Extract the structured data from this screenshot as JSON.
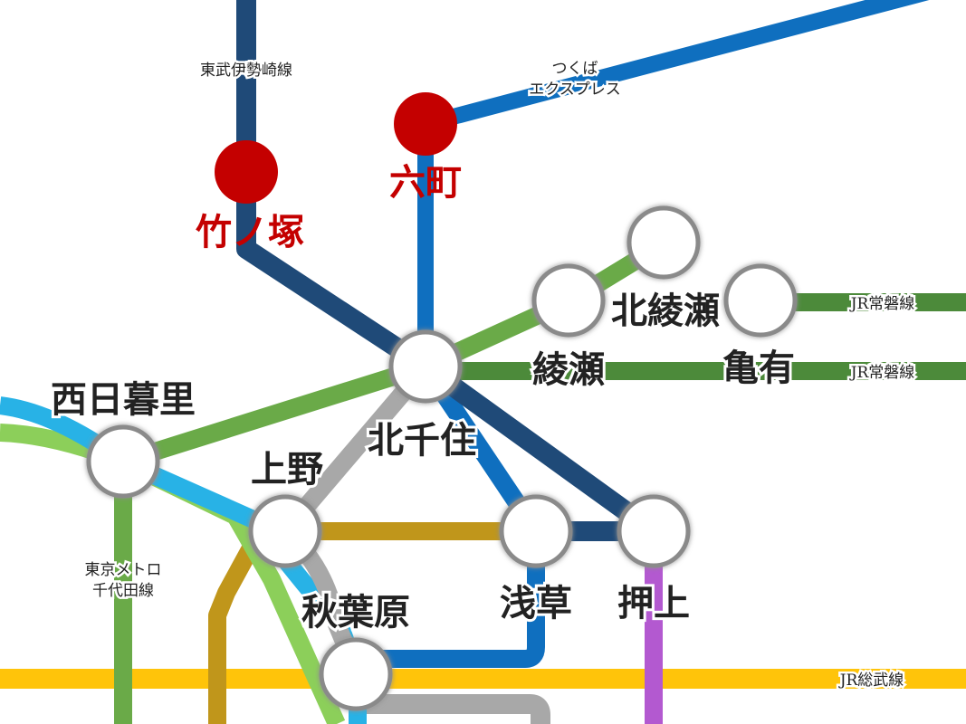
{
  "colors": {
    "tobu_isesaki": "#1f4a78",
    "tsukuba_express": "#0f6fbf",
    "hibiya": "#1f4a78",
    "chiyoda": "#6aaa48",
    "joban": "#4c8a3a",
    "keisei": "#8ccf5a",
    "keihin_tohoku": "#28b2e6",
    "yamanote": "#a8a8a8",
    "ginza": "#c0961b",
    "asakusa": "#0f6fbf",
    "hanzomon": "#b359d0",
    "sobu": "#ffc40a",
    "highlight_station": "#c40000",
    "station_fill": "#ffffff",
    "station_border": "#8a8a8a"
  },
  "line_labels": {
    "tobu": "東武伊勢崎線",
    "tx_line1": "つくば",
    "tx_line2": "エクスプレス",
    "joban_upper": "JR常磐線",
    "joban_lower": "JR常磐線",
    "metro_line1": "東京メトロ",
    "metro_line2": "千代田線",
    "sobu": "JR総武線"
  },
  "stations": {
    "takenotsuka": "竹ノ塚",
    "rokucho": "六町",
    "kitaayase": "北綾瀬",
    "ayase": "綾瀬",
    "kameari": "亀有",
    "kitasenju": "北千住",
    "nishinippori": "西日暮里",
    "ueno": "上野",
    "asakusa": "浅草",
    "oshiage": "押上",
    "akihabara": "秋葉原"
  },
  "highlighted_stations": [
    "竹ノ塚",
    "六町"
  ]
}
